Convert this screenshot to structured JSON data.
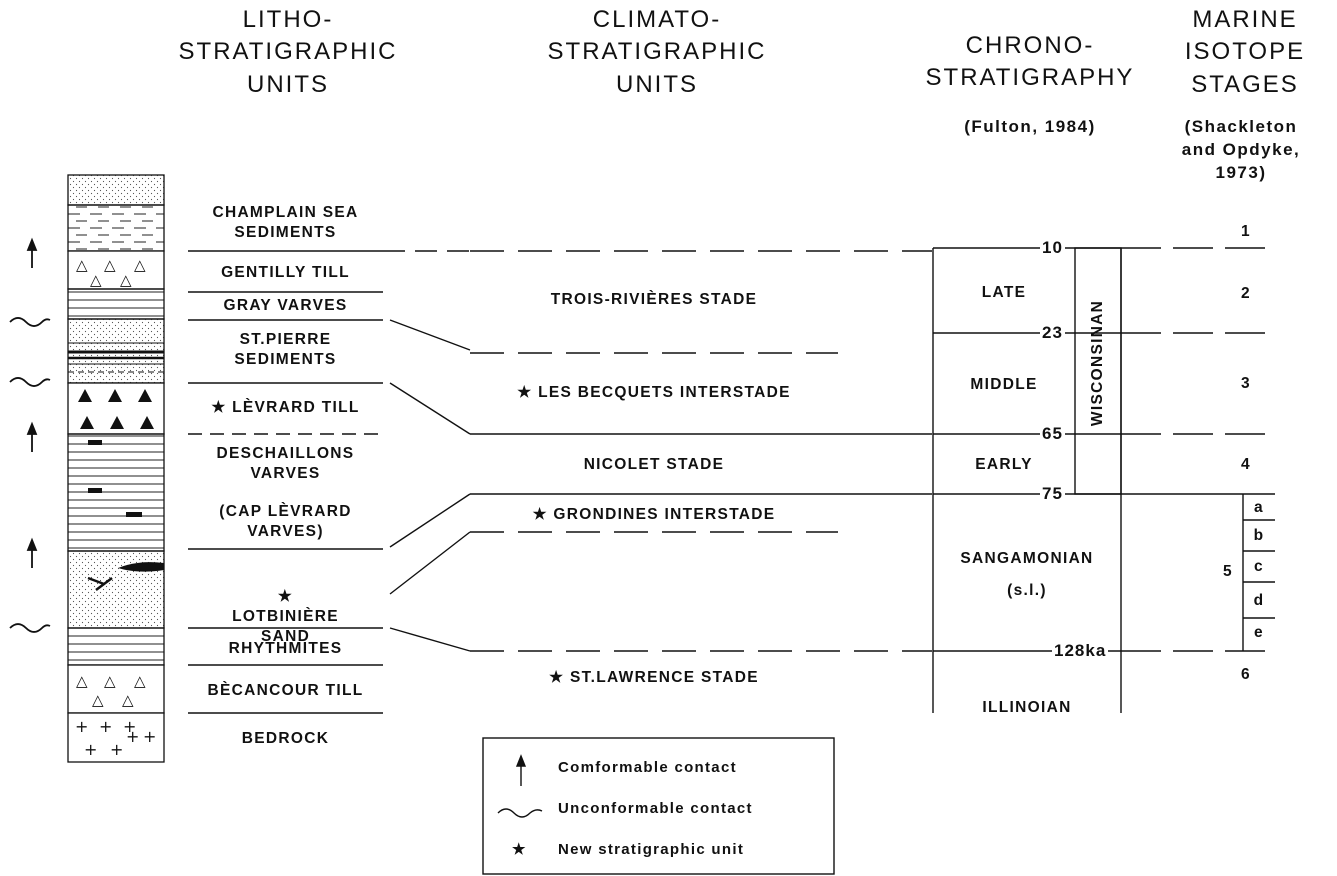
{
  "headers": {
    "litho": "LITHO-\nSTRATIGRAPHIC\nUNITS",
    "climato": "CLIMATO-\nSTRATIGRAPHIC\nUNITS",
    "chrono": "CHRONO-\nSTRATIGRAPHY",
    "chrono_ref": "(Fulton, 1984)",
    "marine": "MARINE\nISOTOPE\nSTAGES",
    "marine_ref": "(Shackleton\nand Opdyke,\n1973)"
  },
  "litho_units": [
    {
      "label": "CHAMPLAIN SEA\nSEDIMENTS",
      "new": false
    },
    {
      "label": "GENTILLY TILL",
      "new": false
    },
    {
      "label": "GRAY VARVES",
      "new": false
    },
    {
      "label": "ST.PIERRE\nSEDIMENTS",
      "new": false
    },
    {
      "label": "LÈVRARD TILL",
      "new": true
    },
    {
      "label": "DESCHAILLONS\nVARVES",
      "new": false
    },
    {
      "label": "(CAP LÈVRARD\nVARVES)",
      "new": false
    },
    {
      "label": "LOTBINIÈRE\nSAND",
      "new": true
    },
    {
      "label": "RHYTHMITES",
      "new": false
    },
    {
      "label": "BÈCANCOUR TILL",
      "new": false
    },
    {
      "label": "BEDROCK",
      "new": false
    }
  ],
  "climato_units": [
    {
      "label": "TROIS-RIVIÈRES STADE",
      "new": false
    },
    {
      "label": "LES BECQUETS INTERSTADE",
      "new": true
    },
    {
      "label": "NICOLET STADE",
      "new": false
    },
    {
      "label": "GRONDINES INTERSTADE",
      "new": true
    },
    {
      "label": "ST.LAWRENCE STADE",
      "new": true
    }
  ],
  "chrono": {
    "periods": [
      "LATE",
      "MIDDLE",
      "EARLY"
    ],
    "wisconsinan": "WISCONSINAN",
    "sangamonian": "SANGAMONIAN",
    "sangamonian_sub": "(s.l.)",
    "illinoian": "ILLINOIAN",
    "ages": [
      "10",
      "23",
      "65",
      "75",
      "128ka"
    ]
  },
  "isotope": {
    "stages": [
      "1",
      "2",
      "3",
      "4",
      "5",
      "6"
    ],
    "substages": [
      "a",
      "b",
      "c",
      "d",
      "e"
    ]
  },
  "legend": {
    "conformable": "Comformable contact",
    "unconformable": "Unconformable contact",
    "new_unit": "New stratigraphic unit"
  },
  "symbols": {
    "star": "★",
    "conformable_icon": "up-arrow-icon",
    "unconformable_icon": "wave-icon"
  }
}
